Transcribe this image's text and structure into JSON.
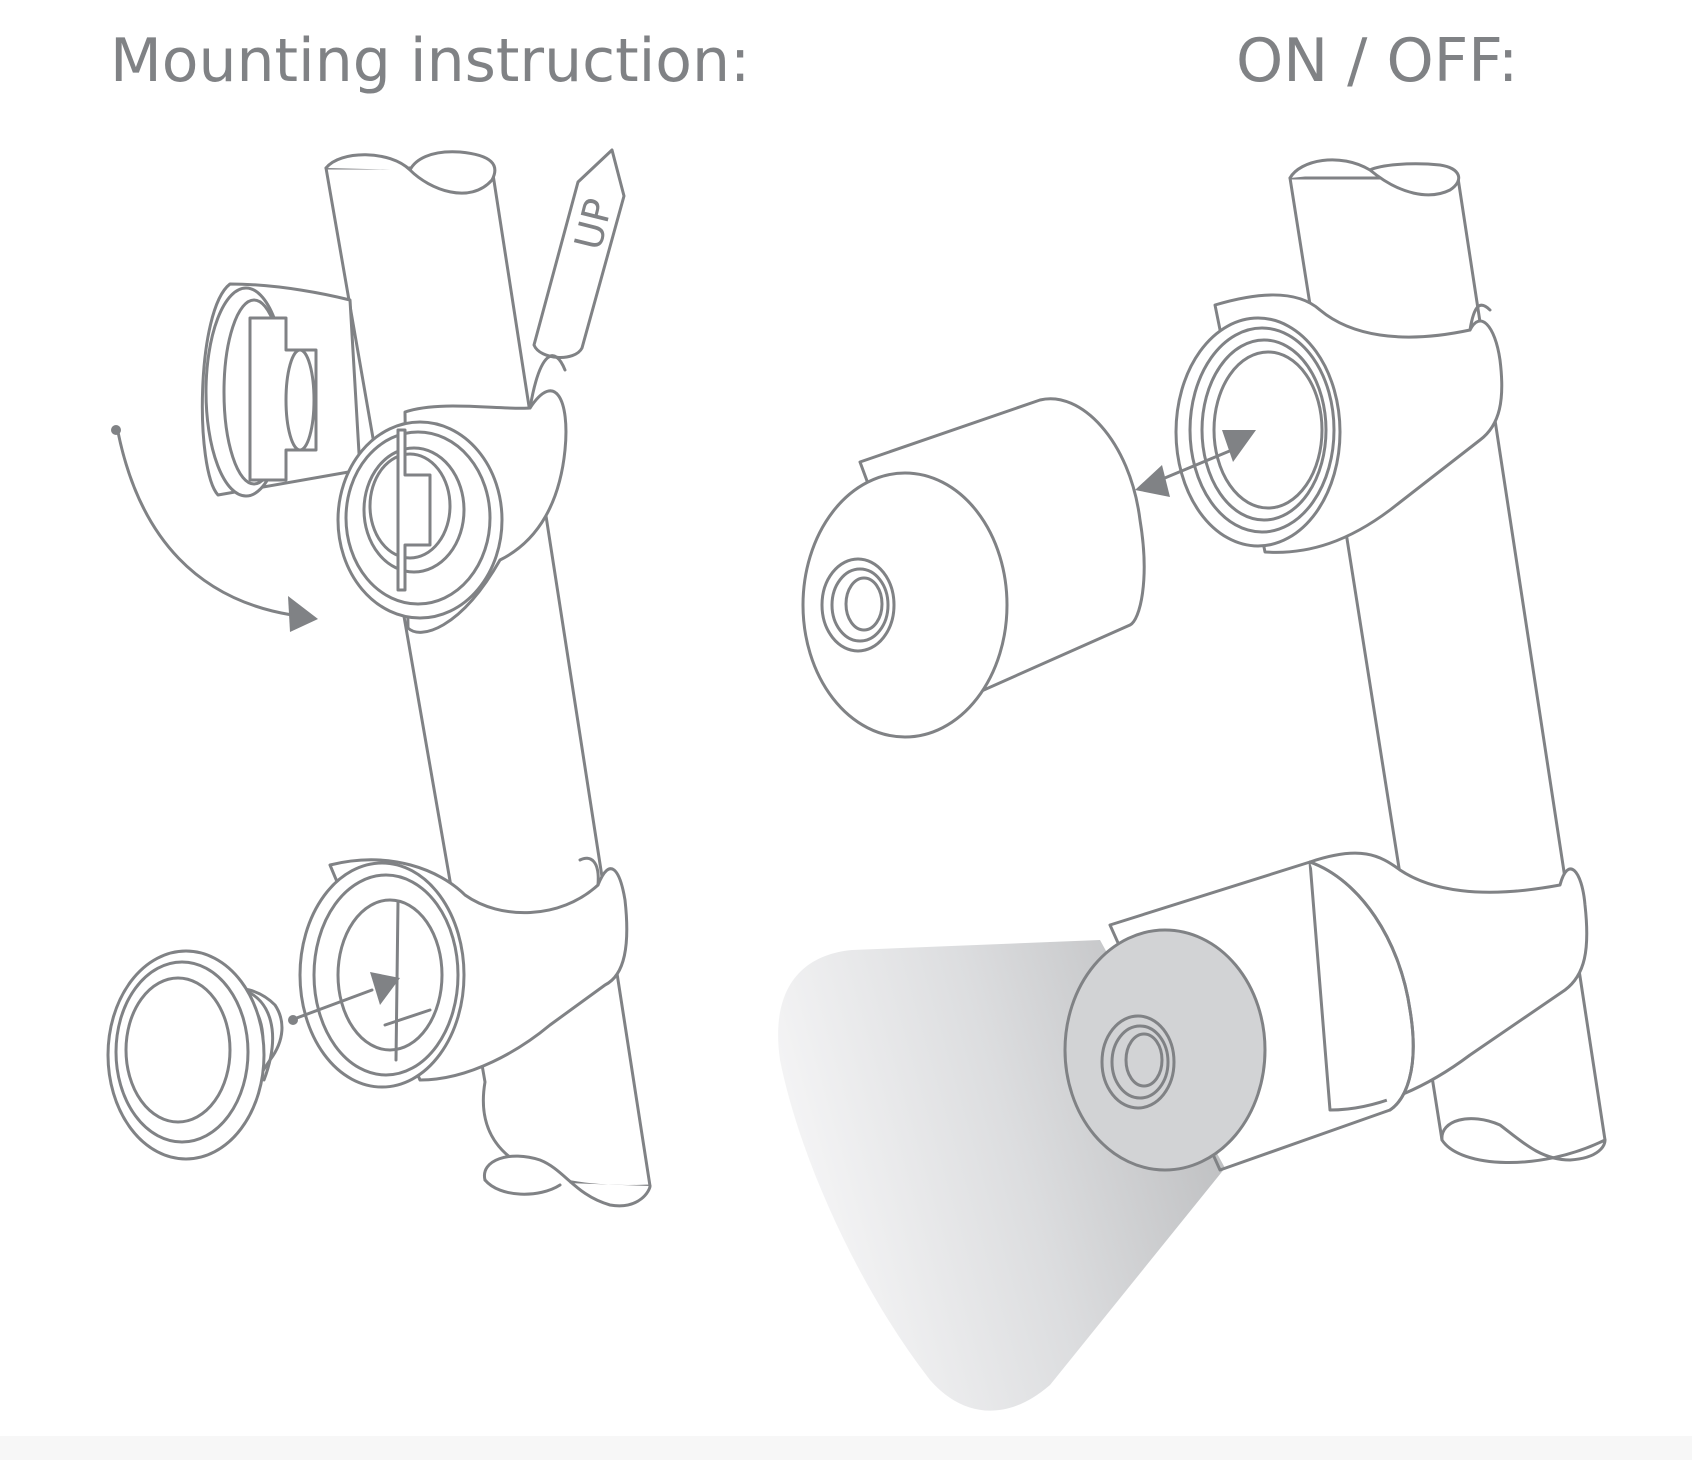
{
  "titles": {
    "mounting": "Mounting instruction:",
    "on_off": "ON / OFF:"
  },
  "labels": {
    "up_tag": "UP"
  },
  "colors": {
    "line": "#808285",
    "background": "#ffffff",
    "light_beam_dark": "#b7b8ba",
    "light_beam_light": "#f4f4f5"
  }
}
